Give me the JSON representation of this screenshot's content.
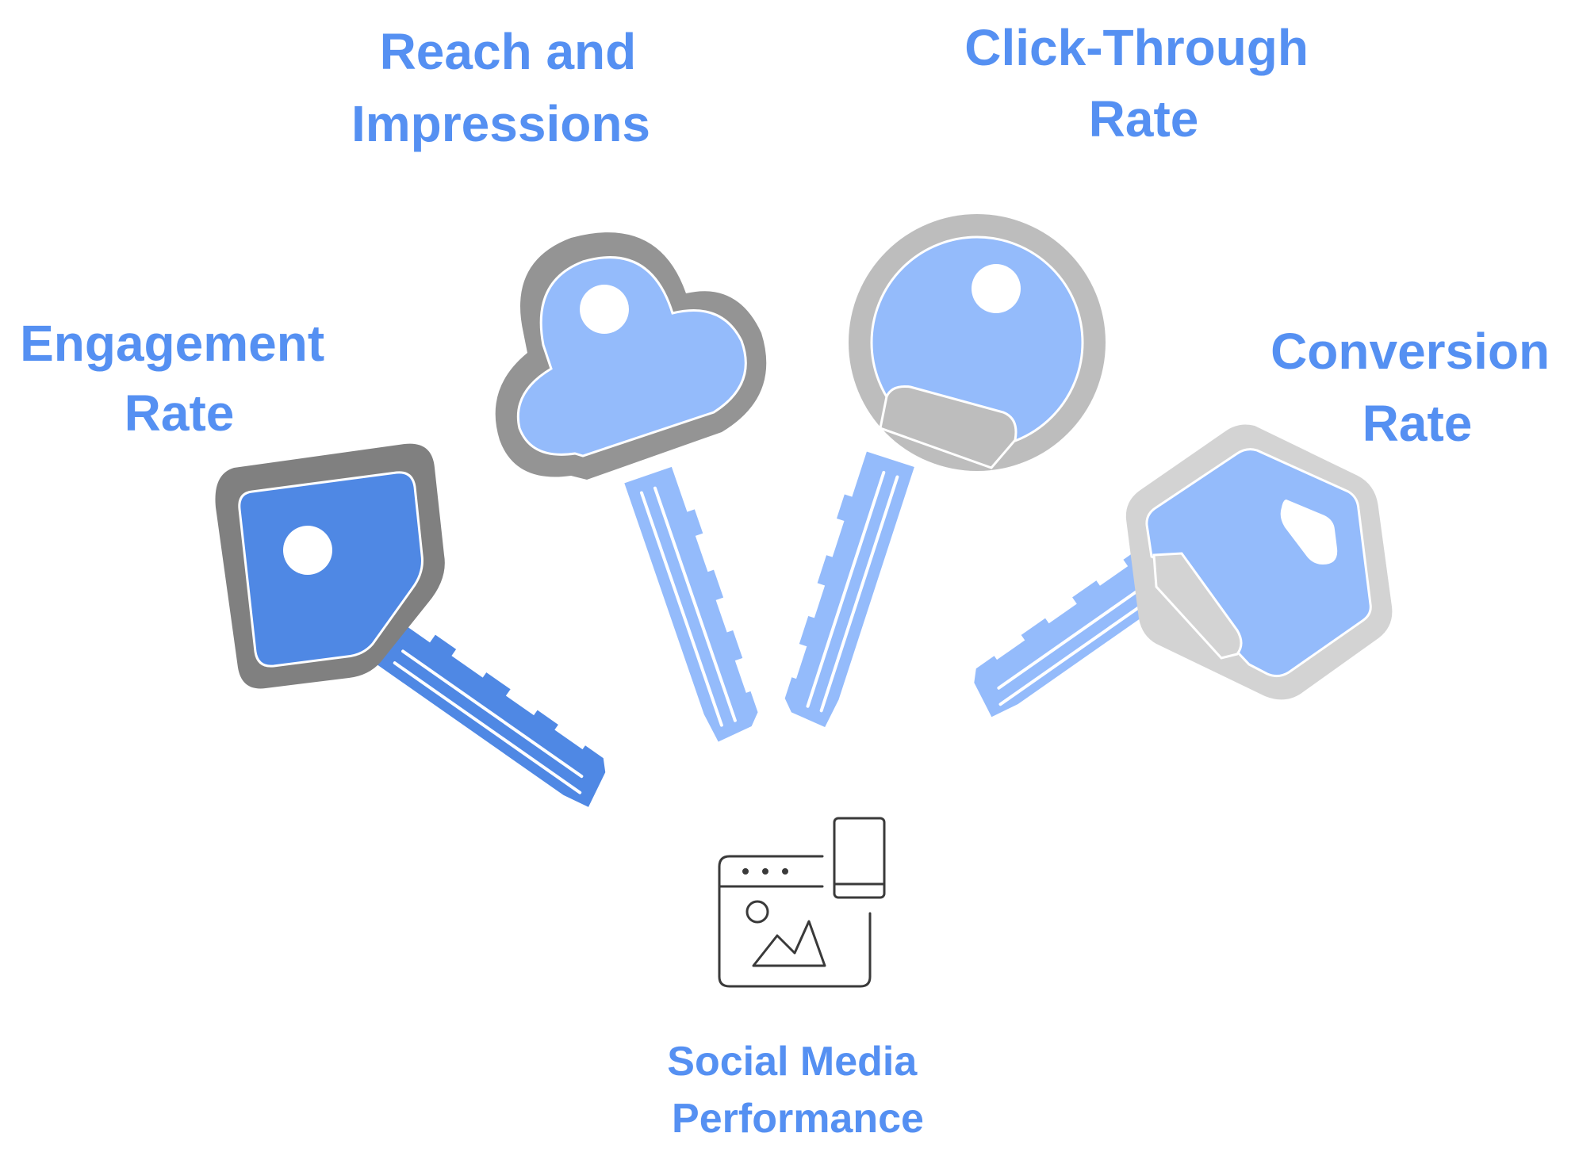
{
  "colors": {
    "label": "#5590F2",
    "key_dark": "#4F88E4",
    "key_light": "#94BBFB",
    "ring_dark": "#808080",
    "ring_mid": "#949494",
    "ring_light": "#BDBDBD",
    "ring_lighter": "#D3D3D3",
    "icon_stroke": "#3A3A3A"
  },
  "center": {
    "icon": "browser-window-image-icon",
    "label_line1": "Social Media",
    "label_line2": "Performance"
  },
  "keys": [
    {
      "id": "engagement",
      "line1": "Engagement",
      "line2": "Rate"
    },
    {
      "id": "reach",
      "line1": "Reach and",
      "line2": "Impressions"
    },
    {
      "id": "ctr",
      "line1": "Click-Through",
      "line2": "Rate"
    },
    {
      "id": "conversion",
      "line1": "Conversion",
      "line2": "Rate"
    }
  ]
}
